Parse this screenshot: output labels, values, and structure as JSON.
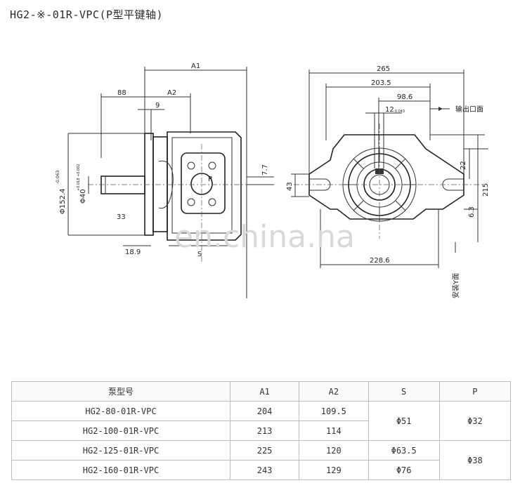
{
  "title": "HG2-※-01R-VPC(P型平键轴)",
  "watermark": "en.china.na",
  "side_view": {
    "labels": {
      "a1": "A1",
      "a2": "A2",
      "d88": "88",
      "d9": "9",
      "p": "P",
      "s": "S",
      "d77": "7.7",
      "dia152": "Φ152.4",
      "dia152_tol": "-0.063",
      "dia40": "Φ40",
      "dia40_tol": "+0.018 +0.002",
      "d33": "33",
      "d189": "18.9"
    }
  },
  "front_view": {
    "labels": {
      "w265": "265",
      "w2035": "203.5",
      "w986": "98.6",
      "w12": "12",
      "w12_tol": "-0.043",
      "outlet": "输出口面",
      "h22": "22",
      "h215": "215",
      "h43": "43",
      "h63": "6.3",
      "w2286": "228.6",
      "yface": "安装Y面"
    }
  },
  "table": {
    "headers": [
      "泵型号",
      "A1",
      "A2",
      "S",
      "P"
    ],
    "rows": [
      {
        "model": "HG2-80-01R-VPC",
        "a1": "204",
        "a2": "109.5"
      },
      {
        "model": "HG2-100-01R-VPC",
        "a1": "213",
        "a2": "114"
      },
      {
        "model": "HG2-125-01R-VPC",
        "a1": "225",
        "a2": "120"
      },
      {
        "model": "HG2-160-01R-VPC",
        "a1": "243",
        "a2": "129"
      }
    ],
    "s_values": [
      "Φ51",
      "Φ63.5",
      "Φ76"
    ],
    "p_values": [
      "Φ32",
      "Φ38"
    ]
  }
}
